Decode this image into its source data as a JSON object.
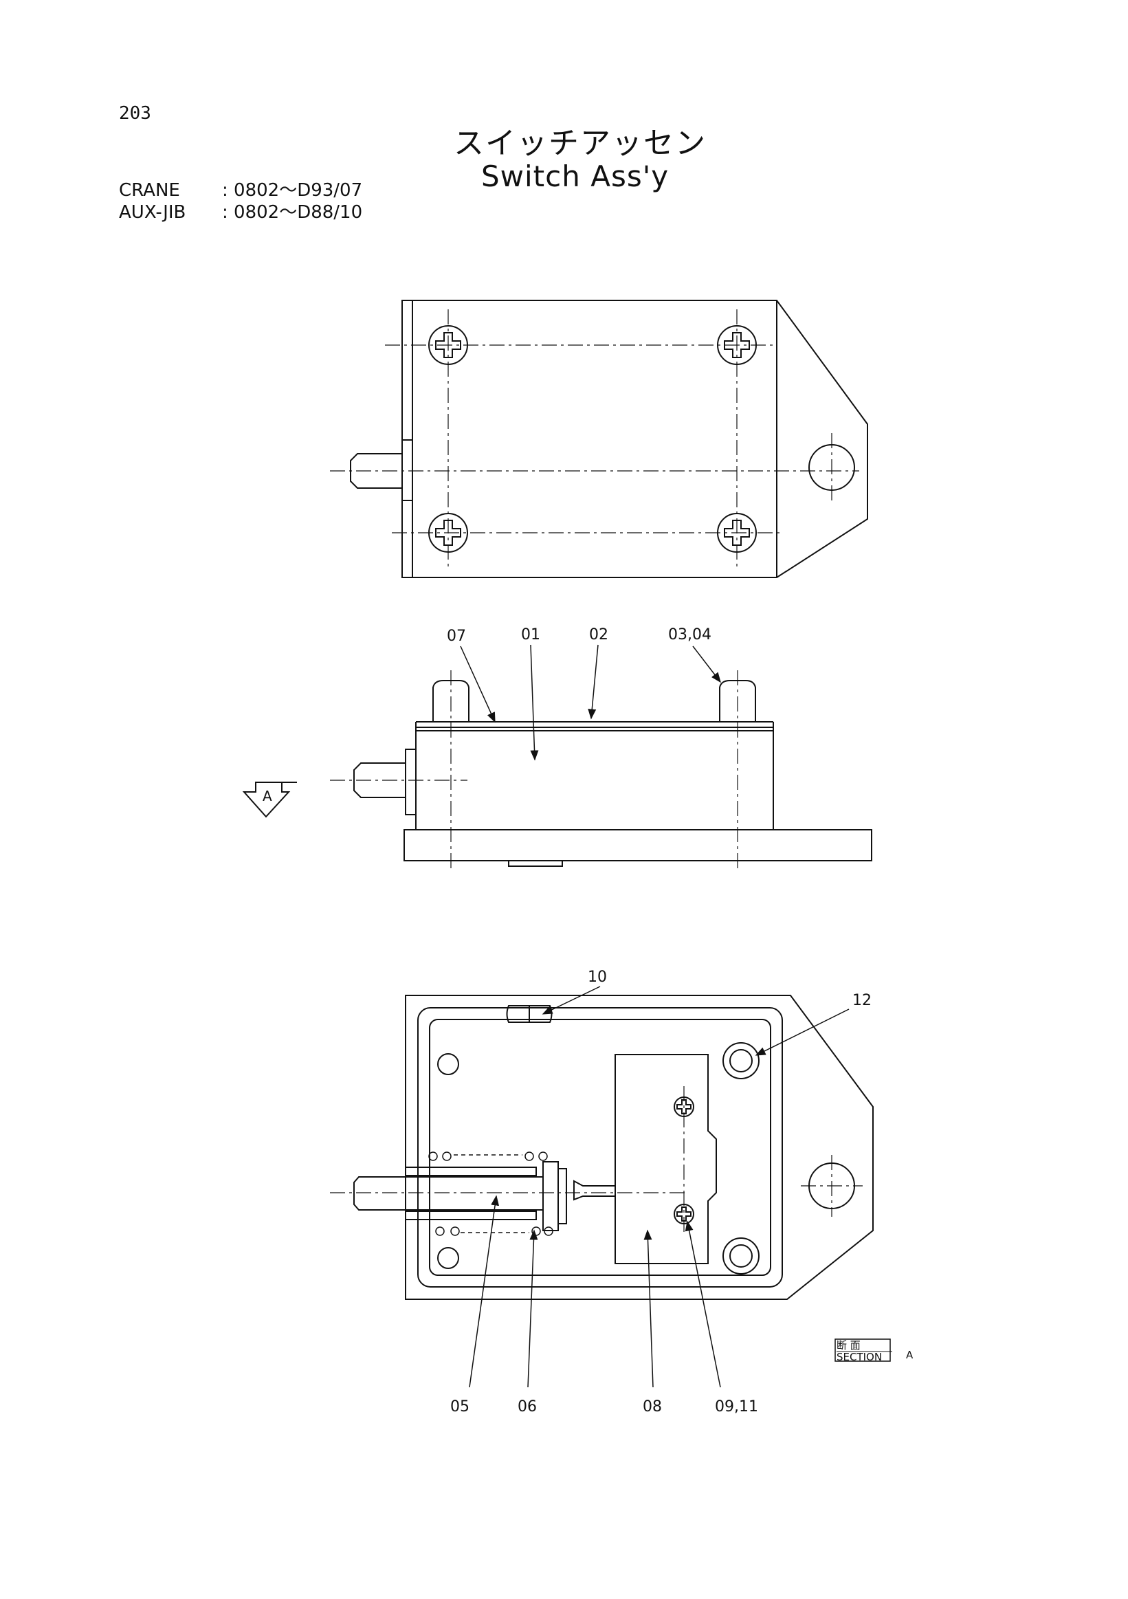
{
  "page": {
    "number": "203",
    "title_jp": "スイッチアッセン",
    "title_en": "Switch Ass'y"
  },
  "applicability": [
    {
      "label": "CRANE",
      "value": ": 0802～D93/07"
    },
    {
      "label": "AUX-JIB",
      "value": ": 0802～D88/10"
    }
  ],
  "view_marker": "A",
  "section_label": {
    "jp": "断 面",
    "en": "SECTION",
    "letter": "A"
  },
  "part_labels": {
    "p01": "01",
    "p02": "02",
    "p03_04": "03,04",
    "p05": "05",
    "p06": "06",
    "p07": "07",
    "p08": "08",
    "p09_11": "09,11",
    "p10": "10",
    "p12": "12"
  }
}
